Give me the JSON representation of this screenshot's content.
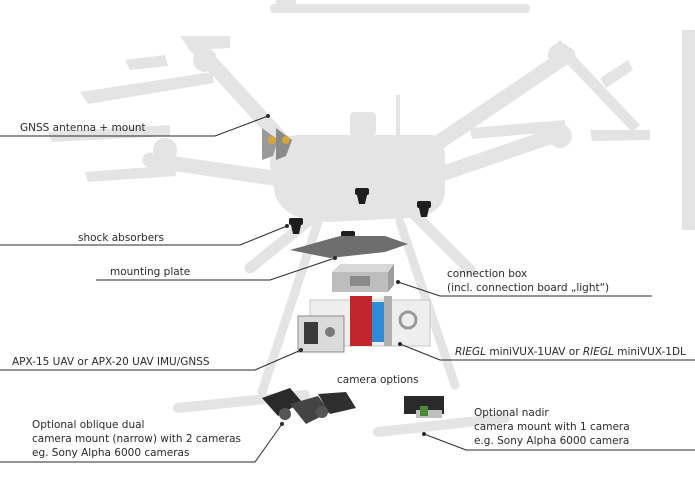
{
  "labels": {
    "gnss": "GNSS antenna + mount",
    "shock": "shock absorbers",
    "plate": "mounting plate",
    "conn_line1": "connection box",
    "conn_line2": "(incl. connection board „light“)",
    "apx": "APX-15 UAV or APX-20 UAV IMU/GNSS",
    "riegl_brand": "RIEGL",
    "riegl_model1": " miniVUX-1UAV or ",
    "riegl_model2": " miniVUX-1DL",
    "cam_options": "camera options",
    "oblique_line1": "Optional oblique dual",
    "oblique_line2": "camera mount (narrow) with 2 cameras",
    "oblique_line3": "eg. Sony Alpha 6000 cameras",
    "nadir_line1": "Optional nadir",
    "nadir_line2": "camera mount with 1 camera",
    "nadir_line3": "e.g. Sony Alpha 6000 camera"
  },
  "colors": {
    "drone_body": "#e4e4e4",
    "text": "#2a2a2a",
    "scanner_red": "#c0272d",
    "scanner_blue": "#2e8bd6"
  }
}
